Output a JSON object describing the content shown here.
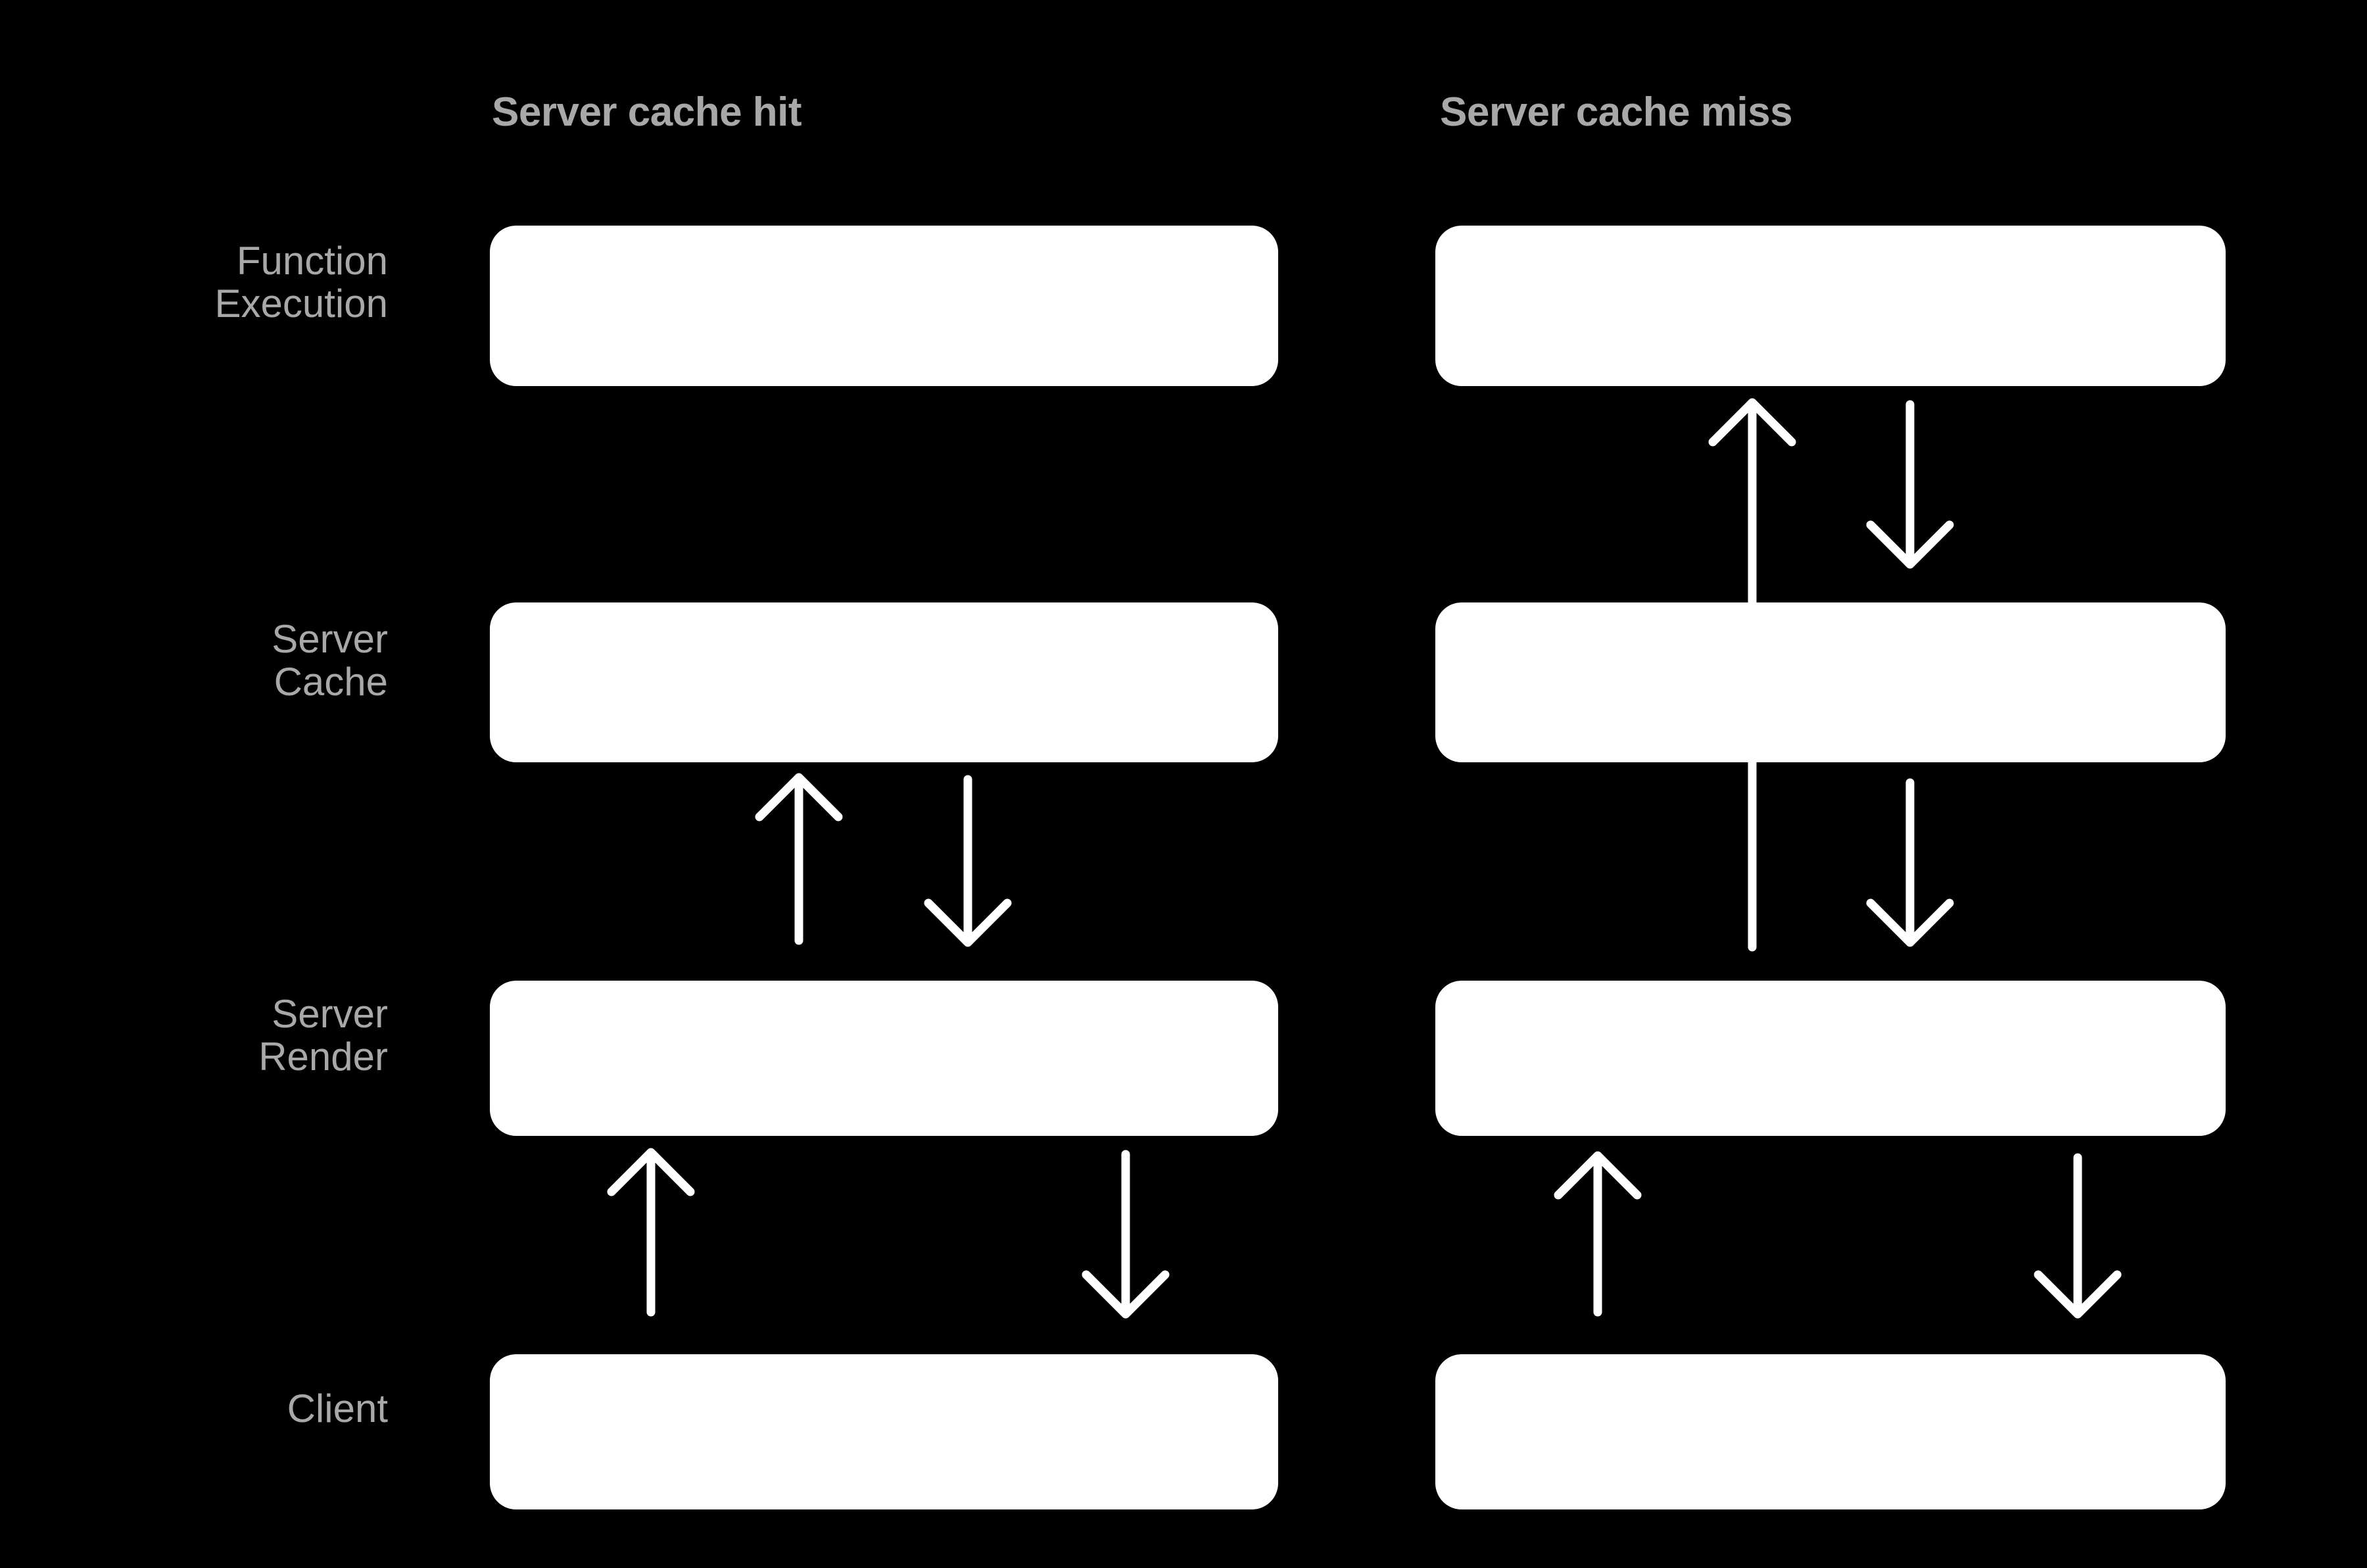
{
  "diagram": {
    "title_row_labels": [
      "Function Execution",
      "Server Cache",
      "Server Render",
      "Client"
    ],
    "column_headers": {
      "left": "Server cache hit",
      "right": "Server cache miss"
    },
    "rows": [
      {
        "id": "function-execution",
        "label": "Function\nExecution"
      },
      {
        "id": "server-cache",
        "label": "Server\nCache"
      },
      {
        "id": "server-render",
        "label": "Server\nRender"
      },
      {
        "id": "client",
        "label": "Client"
      }
    ],
    "colors": {
      "background": "#000000",
      "node_fill": "#ffffff",
      "text": "#a8a8a8",
      "arrow": "#ffffff"
    },
    "columns": [
      {
        "id": "server-cache-hit",
        "header": "Server cache hit",
        "node_count": 4,
        "arrows": [
          {
            "from": "server-render",
            "to": "server-cache",
            "direction": "up"
          },
          {
            "from": "server-cache",
            "to": "server-render",
            "direction": "down"
          },
          {
            "from": "client",
            "to": "server-render",
            "direction": "up"
          },
          {
            "from": "server-render",
            "to": "client",
            "direction": "down"
          }
        ]
      },
      {
        "id": "server-cache-miss",
        "header": "Server cache miss",
        "node_count": 4,
        "arrows": [
          {
            "from": "server-render",
            "to": "function-execution",
            "direction": "up",
            "crosses": "server-cache"
          },
          {
            "from": "function-execution",
            "to": "server-cache",
            "direction": "down"
          },
          {
            "from": "server-cache",
            "to": "server-render",
            "direction": "down"
          },
          {
            "from": "client",
            "to": "server-render",
            "direction": "up"
          },
          {
            "from": "server-render",
            "to": "client",
            "direction": "down"
          }
        ]
      }
    ]
  }
}
